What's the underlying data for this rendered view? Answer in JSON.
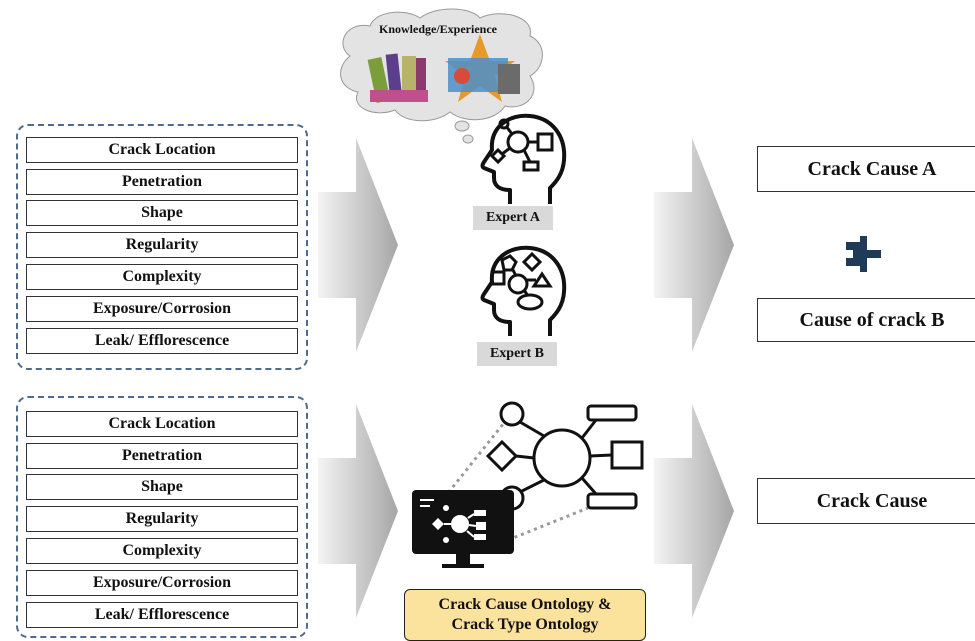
{
  "top_attributes": [
    "Crack Location",
    "Penetration",
    "Shape",
    "Regularity",
    "Complexity",
    "Exposure/Corrosion",
    "Leak/ Efflorescence"
  ],
  "bottom_attributes": [
    "Crack Location",
    "Penetration",
    "Shape",
    "Regularity",
    "Complexity",
    "Exposure/Corrosion",
    "Leak/ Efflorescence"
  ],
  "cloud": {
    "label": "Knowledge/Experience"
  },
  "experts": {
    "a": "Expert A",
    "b": "Expert B"
  },
  "outputs": {
    "cause_a": "Crack Cause A",
    "cause_b": "Cause of crack B",
    "crack_cause": "Crack Cause"
  },
  "ontology": {
    "line1": "Crack Cause Ontology &",
    "line2": "Crack Type Ontology"
  },
  "colors": {
    "dashed_border": "#4f6a8f",
    "ontology_fill": "#fbe39e",
    "mismatch_icon": "#1f3b57",
    "expert_label_bg": "#d9d9d9"
  }
}
